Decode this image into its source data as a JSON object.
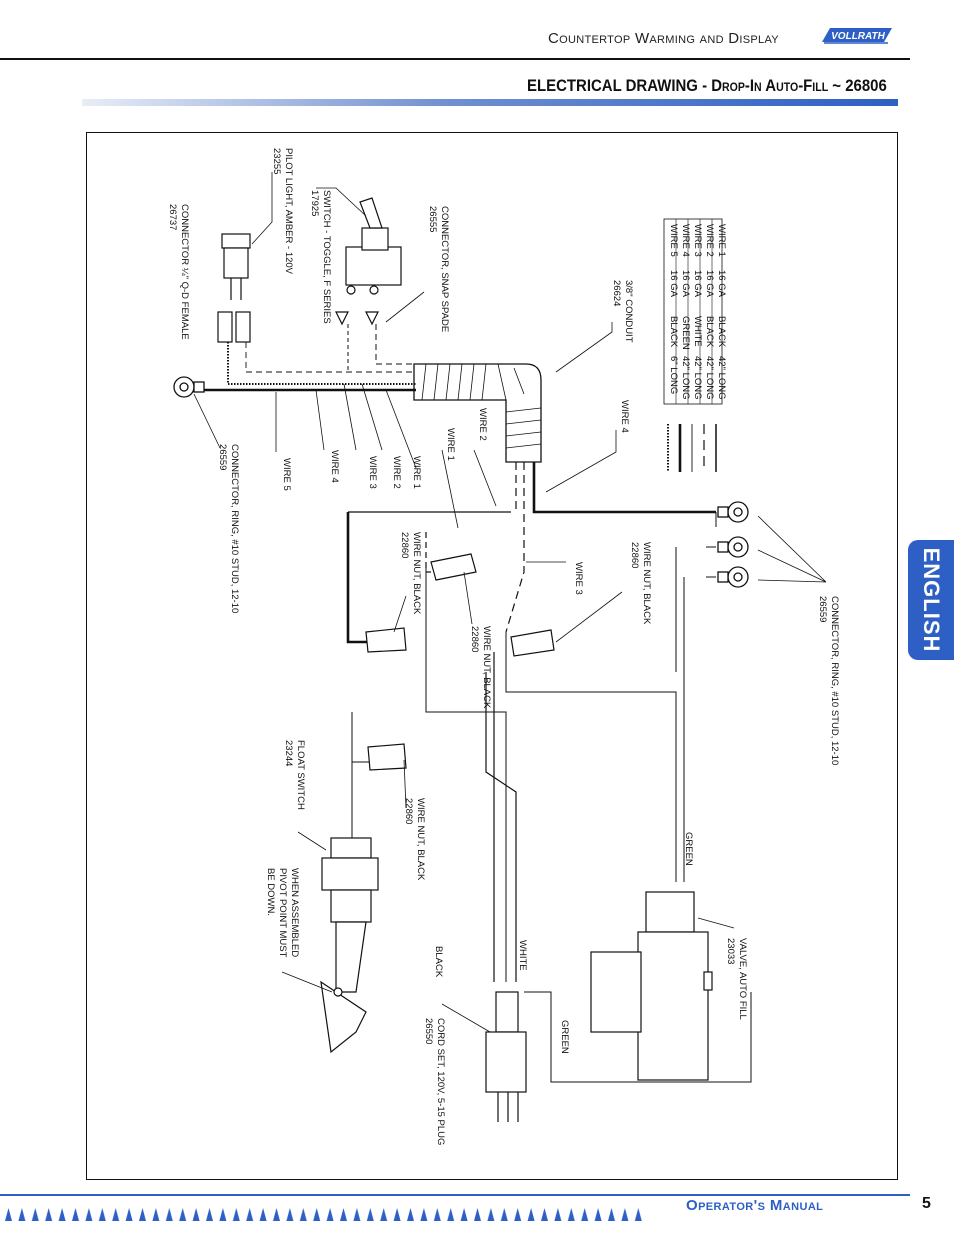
{
  "header": {
    "title": "Countertop Warming and Display",
    "logo": "VOLLRATH"
  },
  "section": {
    "title_main": "ELECTRICAL DRAWING - ",
    "title_sc": "Drop-In Auto-Fill",
    "title_num": " ~ 26806"
  },
  "tab": {
    "label": "ENGLISH"
  },
  "footer": {
    "manual": "Operator's Manual",
    "page": "5"
  },
  "wire_table": {
    "rows": [
      [
        "WIRE 1",
        "16 GA",
        "BLACK",
        "42\" LONG"
      ],
      [
        "WIRE 2",
        "16 GA",
        "BLACK",
        "42\" LONG"
      ],
      [
        "WIRE 3",
        "16 GA",
        "WHITE",
        "42\" LONG"
      ],
      [
        "WIRE 4",
        "16 GA",
        "GREEN",
        "42\" LONG"
      ],
      [
        "WIRE 5",
        "16 GA",
        "BLACK",
        "6\" LONG"
      ]
    ]
  },
  "labels": {
    "pilot_light": "PILOT LIGHT, AMBER - 120V",
    "pilot_light_num": "23255",
    "connector_qd": "CONNECTOR ¼\" Q-D FEMALE",
    "connector_qd_num": "26737",
    "switch": "SWITCH - TOGGLE, F SERIES",
    "switch_num": "17925",
    "snap_spade": "CONNECTOR, SNAP SPADE",
    "snap_spade_num": "26555",
    "conduit": "3/8\" CONDUIT",
    "conduit_num": "26624",
    "wire1": "WIRE 1",
    "wire2": "WIRE 2",
    "wire3": "WIRE 3",
    "wire4": "WIRE 4",
    "wire5": "WIRE 5",
    "ring_left": "CONNECTOR, RING, #10 STUD, 12-10",
    "ring_left_num": "26559",
    "ring_right": "CONNECTOR, RING, #10 STUD, 12-10",
    "ring_right_num": "26559",
    "wirenut": "WIRE NUT, BLACK",
    "wirenut_num": "22860",
    "float_switch": "FLOAT SWITCH",
    "float_switch_num": "23244",
    "pivot_note_1": "WHEN ASSEMBLED",
    "pivot_note_2": "PIVOT POINT MUST",
    "pivot_note_3": "BE DOWN.",
    "valve": "VALVE, AUTO FILL",
    "valve_num": "23033",
    "cord_set": "CORD SET, 120V, 5-15 PLUG",
    "cord_set_num": "26550",
    "green": "GREEN",
    "white": "WHITE",
    "black": "BLACK"
  }
}
